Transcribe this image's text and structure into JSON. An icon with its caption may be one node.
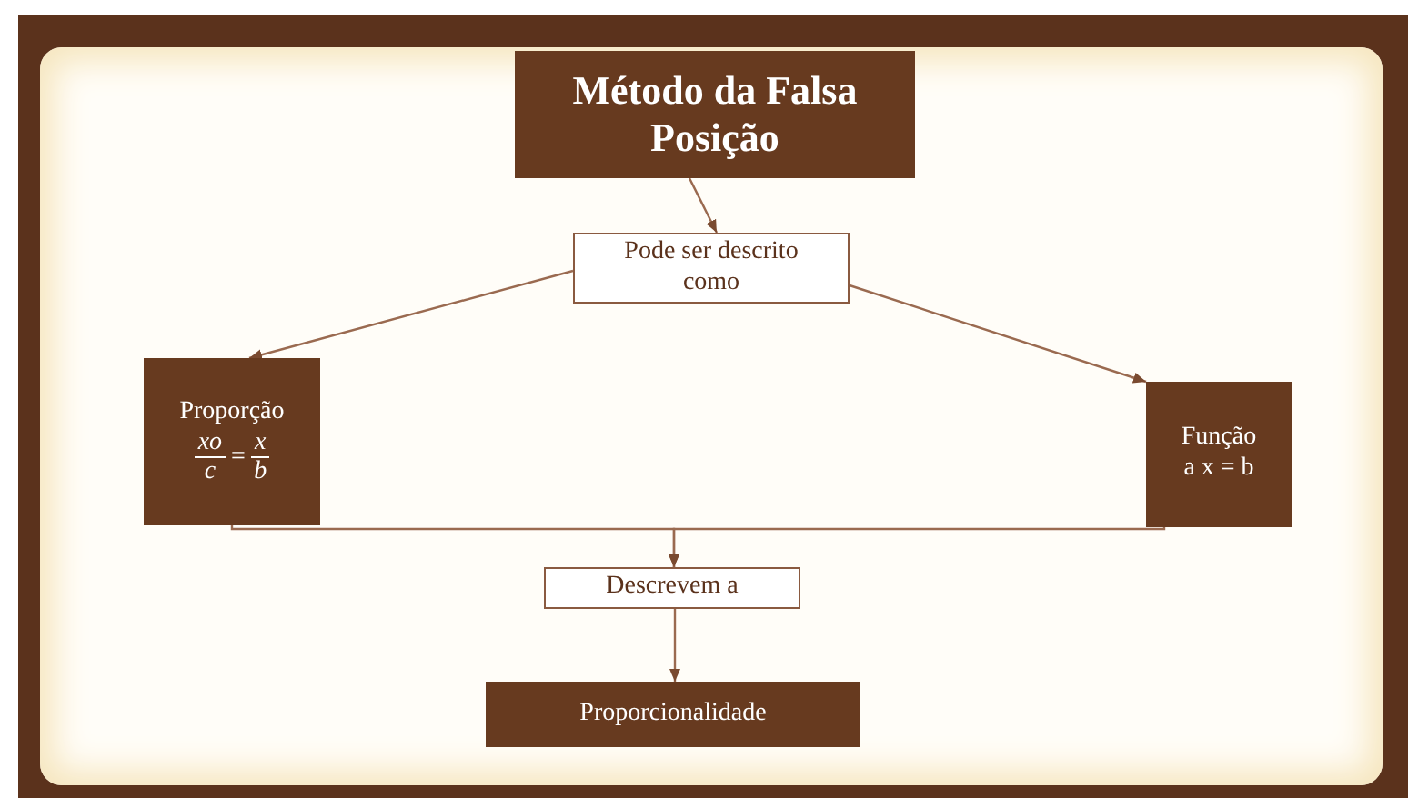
{
  "diagram": {
    "nodes": [
      {
        "text": [
          "Método da Falsa Posição"
        ]
      },
      {
        "text": [
          "Pode ser descrito como"
        ]
      },
      {
        "text": [
          "Proporção",
          "xo",
          "c",
          "=",
          "x",
          "b"
        ]
      },
      {
        "text": [
          "Função",
          "a x = b"
        ]
      },
      {
        "text": [
          "Descrevem a"
        ]
      },
      {
        "text": [
          "Proporcionalidade"
        ]
      }
    ],
    "edges": [
      {
        "from": 0,
        "to": 1,
        "arrow": "to"
      },
      {
        "from": 1,
        "to": 2,
        "arrow": "to"
      },
      {
        "from": 1,
        "to": 3,
        "arrow": "to"
      },
      {
        "from": 2,
        "to": 4,
        "arrow": "to"
      },
      {
        "from": 3,
        "to": 4,
        "arrow": "to"
      },
      {
        "from": 4,
        "to": 5,
        "arrow": "to"
      }
    ]
  }
}
